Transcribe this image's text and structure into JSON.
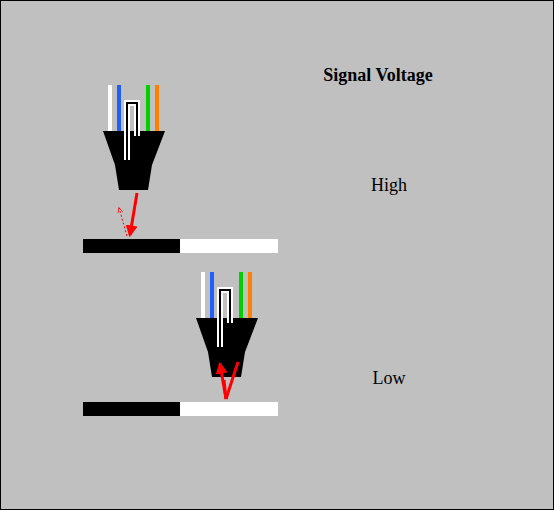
{
  "diagram": {
    "title": "Signal Voltage",
    "labels": [
      "High",
      "Low"
    ]
  }
}
